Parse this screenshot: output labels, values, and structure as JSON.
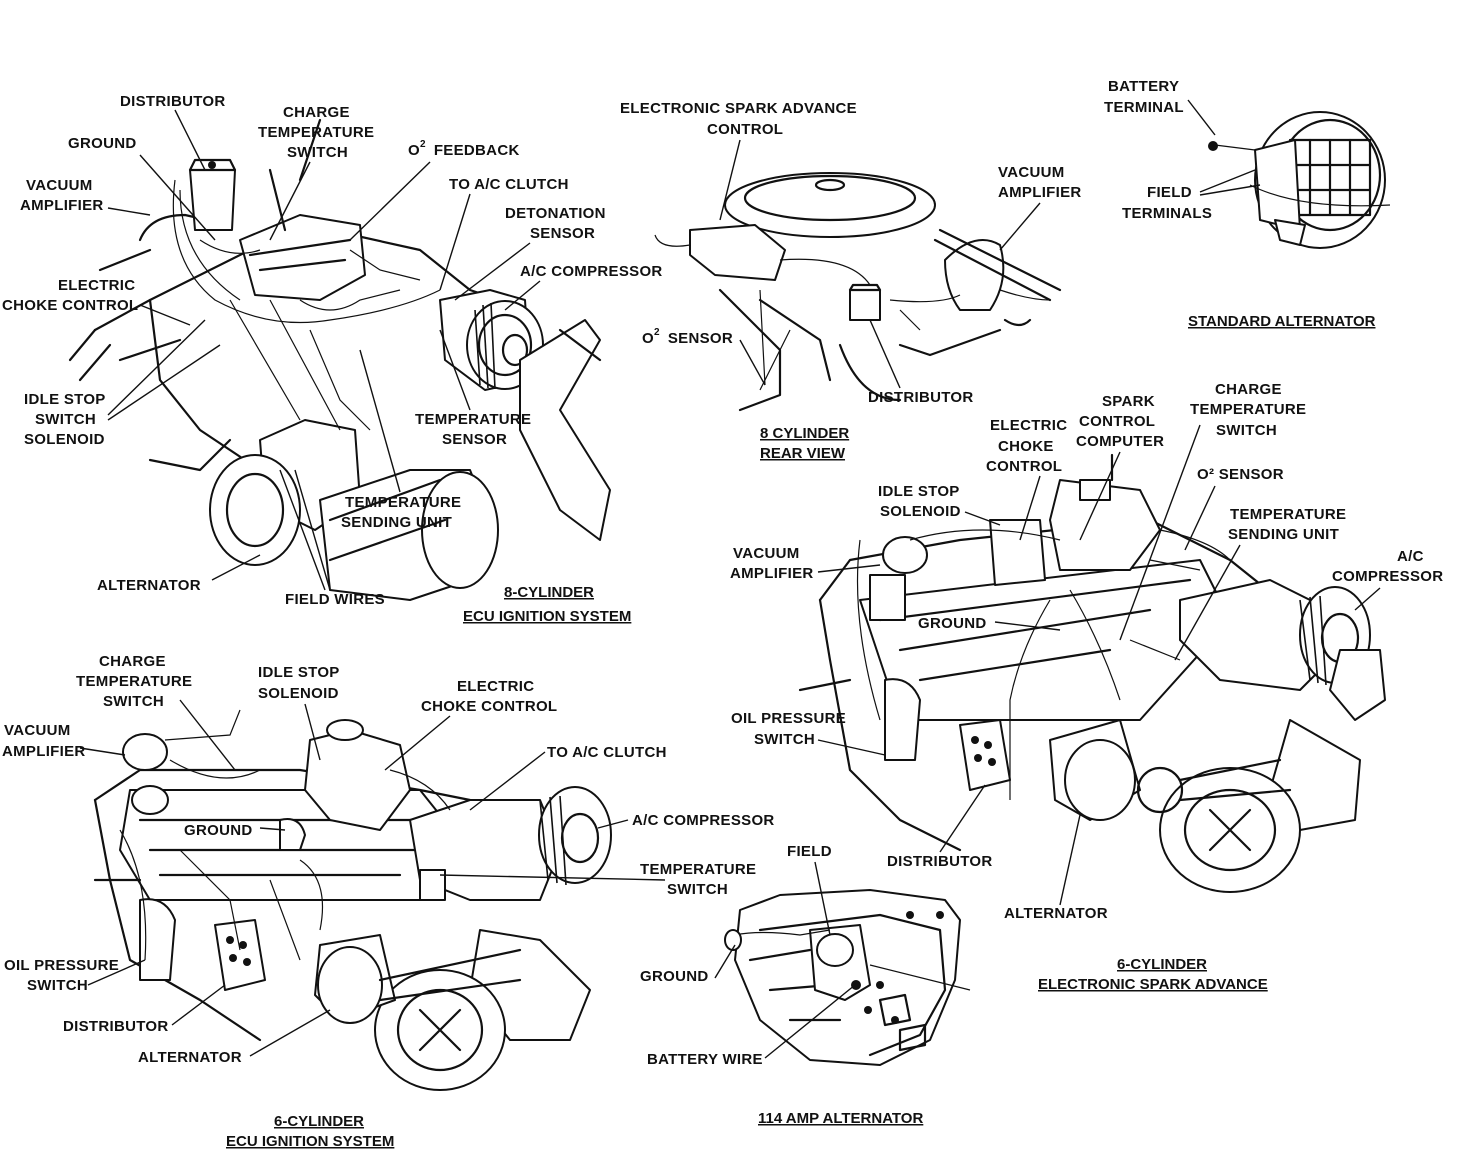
{
  "panels": {
    "ecu8": {
      "caption": [
        "8-CYLINDER",
        "ECU IGNITION SYSTEM"
      ],
      "labels": {
        "distributor": "DISTRIBUTOR",
        "ground": "GROUND",
        "charge_temp": [
          "CHARGE",
          "TEMPERATURE",
          "SWITCH"
        ],
        "o2_feedback": "O",
        "o2_sup": "2",
        "o2_feedback_rest": "FEEDBACK",
        "vacuum_amp": [
          "VACUUM",
          "AMPLIFIER"
        ],
        "to_ac_clutch": "TO A/C CLUTCH",
        "detonation": [
          "DETONATION",
          "SENSOR"
        ],
        "ac_compressor": "A/C COMPRESSOR",
        "electric_choke": [
          "ELECTRIC",
          "CHOKE CONTROL"
        ],
        "idle_stop": [
          "IDLE STOP",
          "SWITCH",
          "SOLENOID"
        ],
        "temp_sensor": [
          "TEMPERATURE",
          "SENSOR"
        ],
        "temp_sending": [
          "TEMPERATURE",
          "SENDING UNIT"
        ],
        "alternator": "ALTERNATOR",
        "field_wires": "FIELD WIRES"
      }
    },
    "rear8": {
      "caption": [
        "8 CYLINDER",
        "REAR VIEW"
      ],
      "labels": {
        "esa": [
          "ELECTRONIC SPARK ADVANCE",
          "CONTROL"
        ],
        "vacuum_amp": [
          "VACUUM",
          "AMPLIFIER"
        ],
        "o2_sensor": "O",
        "o2_sup": "2",
        "o2_sensor_rest": "SENSOR",
        "distributor": "DISTRIBUTOR"
      }
    },
    "std_alt": {
      "caption": "STANDARD ALTERNATOR",
      "labels": {
        "battery_terminal": [
          "BATTERY",
          "TERMINAL"
        ],
        "field_terminals": [
          "FIELD",
          "TERMINALS"
        ]
      }
    },
    "esa6": {
      "caption": [
        "6-CYLINDER",
        "ELECTRONIC SPARK ADVANCE"
      ],
      "labels": {
        "spark_control": [
          "SPARK",
          "CONTROL",
          "COMPUTER"
        ],
        "charge_temp": [
          "CHARGE",
          "TEMPERATURE",
          "SWITCH"
        ],
        "electric_choke": [
          "ELECTRIC",
          "CHOKE",
          "CONTROL"
        ],
        "o2_sensor": "O² SENSOR",
        "idle_stop": [
          "IDLE STOP",
          "SOLENOID"
        ],
        "temp_sending": [
          "TEMPERATURE",
          "SENDING UNIT"
        ],
        "vacuum_amp": [
          "VACUUM",
          "AMPLIFIER"
        ],
        "ac_compressor": [
          "A/C",
          "COMPRESSOR"
        ],
        "ground": "GROUND",
        "oil_pressure": [
          "OIL PRESSURE",
          "SWITCH"
        ],
        "distributor": "DISTRIBUTOR",
        "alternator": "ALTERNATOR"
      }
    },
    "ecu6": {
      "caption": [
        "6-CYLINDER",
        "ECU IGNITION SYSTEM"
      ],
      "labels": {
        "charge_temp": [
          "CHARGE",
          "TEMPERATURE",
          "SWITCH"
        ],
        "idle_stop": [
          "IDLE STOP",
          "SOLENOID"
        ],
        "electric_choke": [
          "ELECTRIC",
          "CHOKE CONTROL"
        ],
        "vacuum_amp": [
          "VACUUM",
          "AMPLIFIER"
        ],
        "to_ac_clutch": "TO A/C CLUTCH",
        "ac_compressor": "A/C COMPRESSOR",
        "ground": "GROUND",
        "temp_switch": [
          "TEMPERATURE",
          "SWITCH"
        ],
        "oil_pressure": [
          "OIL PRESSURE",
          "SWITCH"
        ],
        "distributor": "DISTRIBUTOR",
        "alternator": "ALTERNATOR"
      }
    },
    "alt114": {
      "caption": "114 AMP ALTERNATOR",
      "labels": {
        "field": "FIELD",
        "ground": "GROUND",
        "battery_wire": "BATTERY WIRE"
      }
    }
  }
}
